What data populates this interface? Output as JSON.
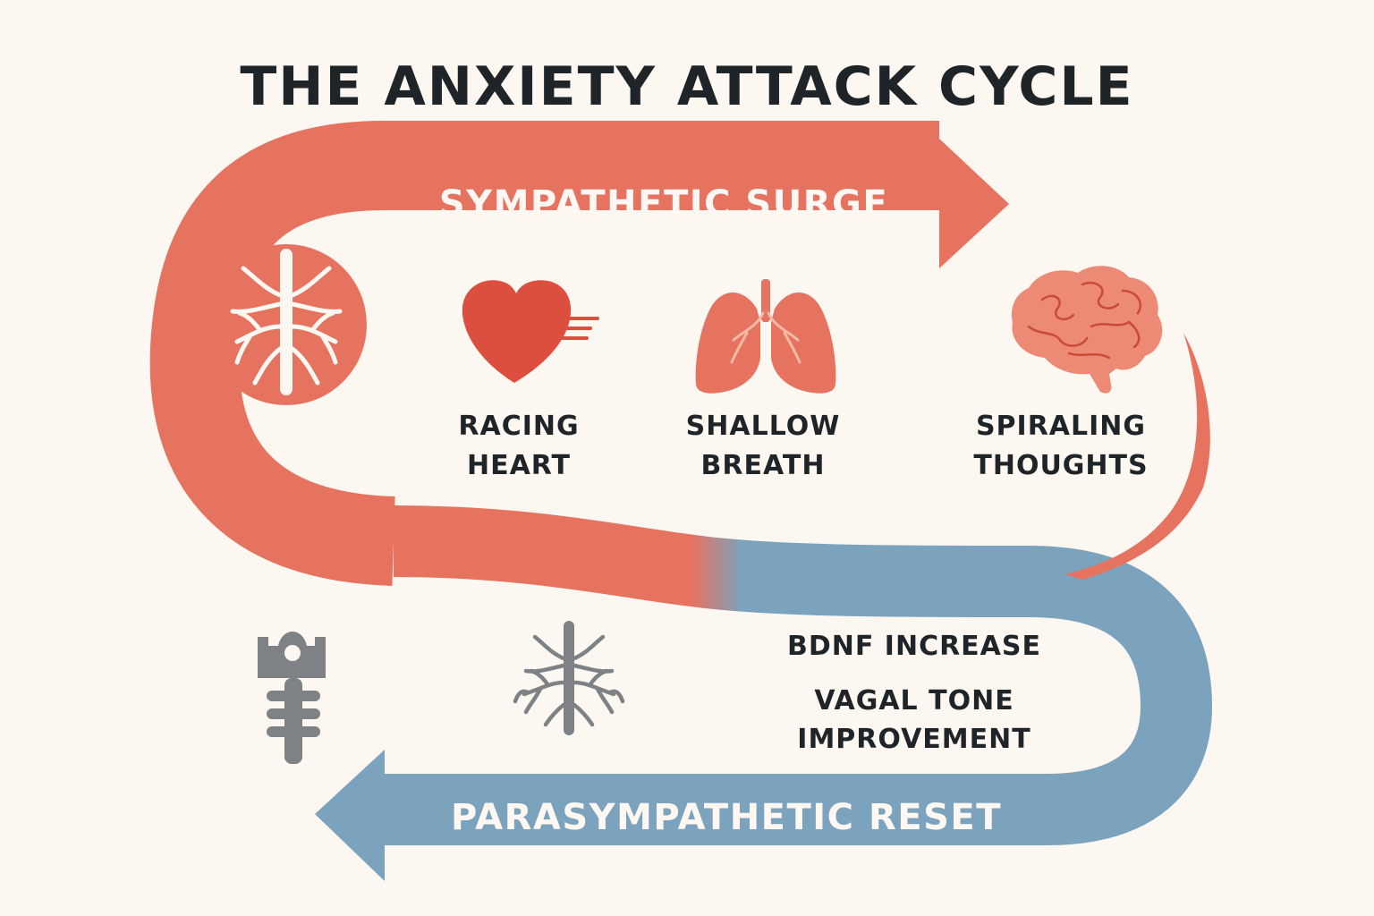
{
  "title": "THE ANXIETY ATTACK CYCLE",
  "top_band": {
    "label": "SYMPATHETIC SURGE",
    "color": "#e57360"
  },
  "bottom_band": {
    "label": "PARASYMPATHETIC RESET",
    "color": "#7ba3be"
  },
  "symptoms": [
    {
      "icon": "heart-icon",
      "line1": "RACING",
      "line2": "HEART",
      "color": "#dc4f3f"
    },
    {
      "icon": "lungs-icon",
      "line1": "SHALLOW",
      "line2": "BREATH",
      "color": "#e57360"
    },
    {
      "icon": "brain-icon",
      "line1": "SPIRALING",
      "line2": "THOUGHTS",
      "color": "#e57360"
    }
  ],
  "benefits": [
    {
      "line1": "BDNF INCREASE"
    },
    {
      "line1": "VAGAL TONE",
      "line2": "IMPROVEMENT"
    }
  ],
  "icons": {
    "nerve_red": "nerve-tree-icon",
    "nerve_gray": "nerve-tree-icon",
    "spine": "spine-icon"
  },
  "colors": {
    "background": "#fcf7f0",
    "text": "#1f2428",
    "gray_icon": "#7e8286"
  }
}
